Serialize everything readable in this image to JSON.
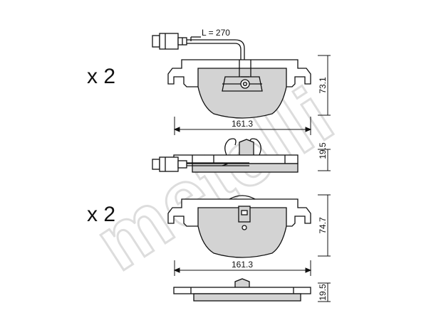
{
  "qty_top": "x 2",
  "qty_bottom": "x 2",
  "watermark": "metelli",
  "sensor_length": "L = 270",
  "top_pad": {
    "width": "161.3",
    "height": "73.1",
    "thickness": "19.5"
  },
  "bottom_pad": {
    "width": "161.3",
    "height": "74.7",
    "thickness": "19.5"
  },
  "colors": {
    "pad_fill": "#d3d3d3",
    "outline": "#111111",
    "watermark": "#e4e4e4"
  }
}
